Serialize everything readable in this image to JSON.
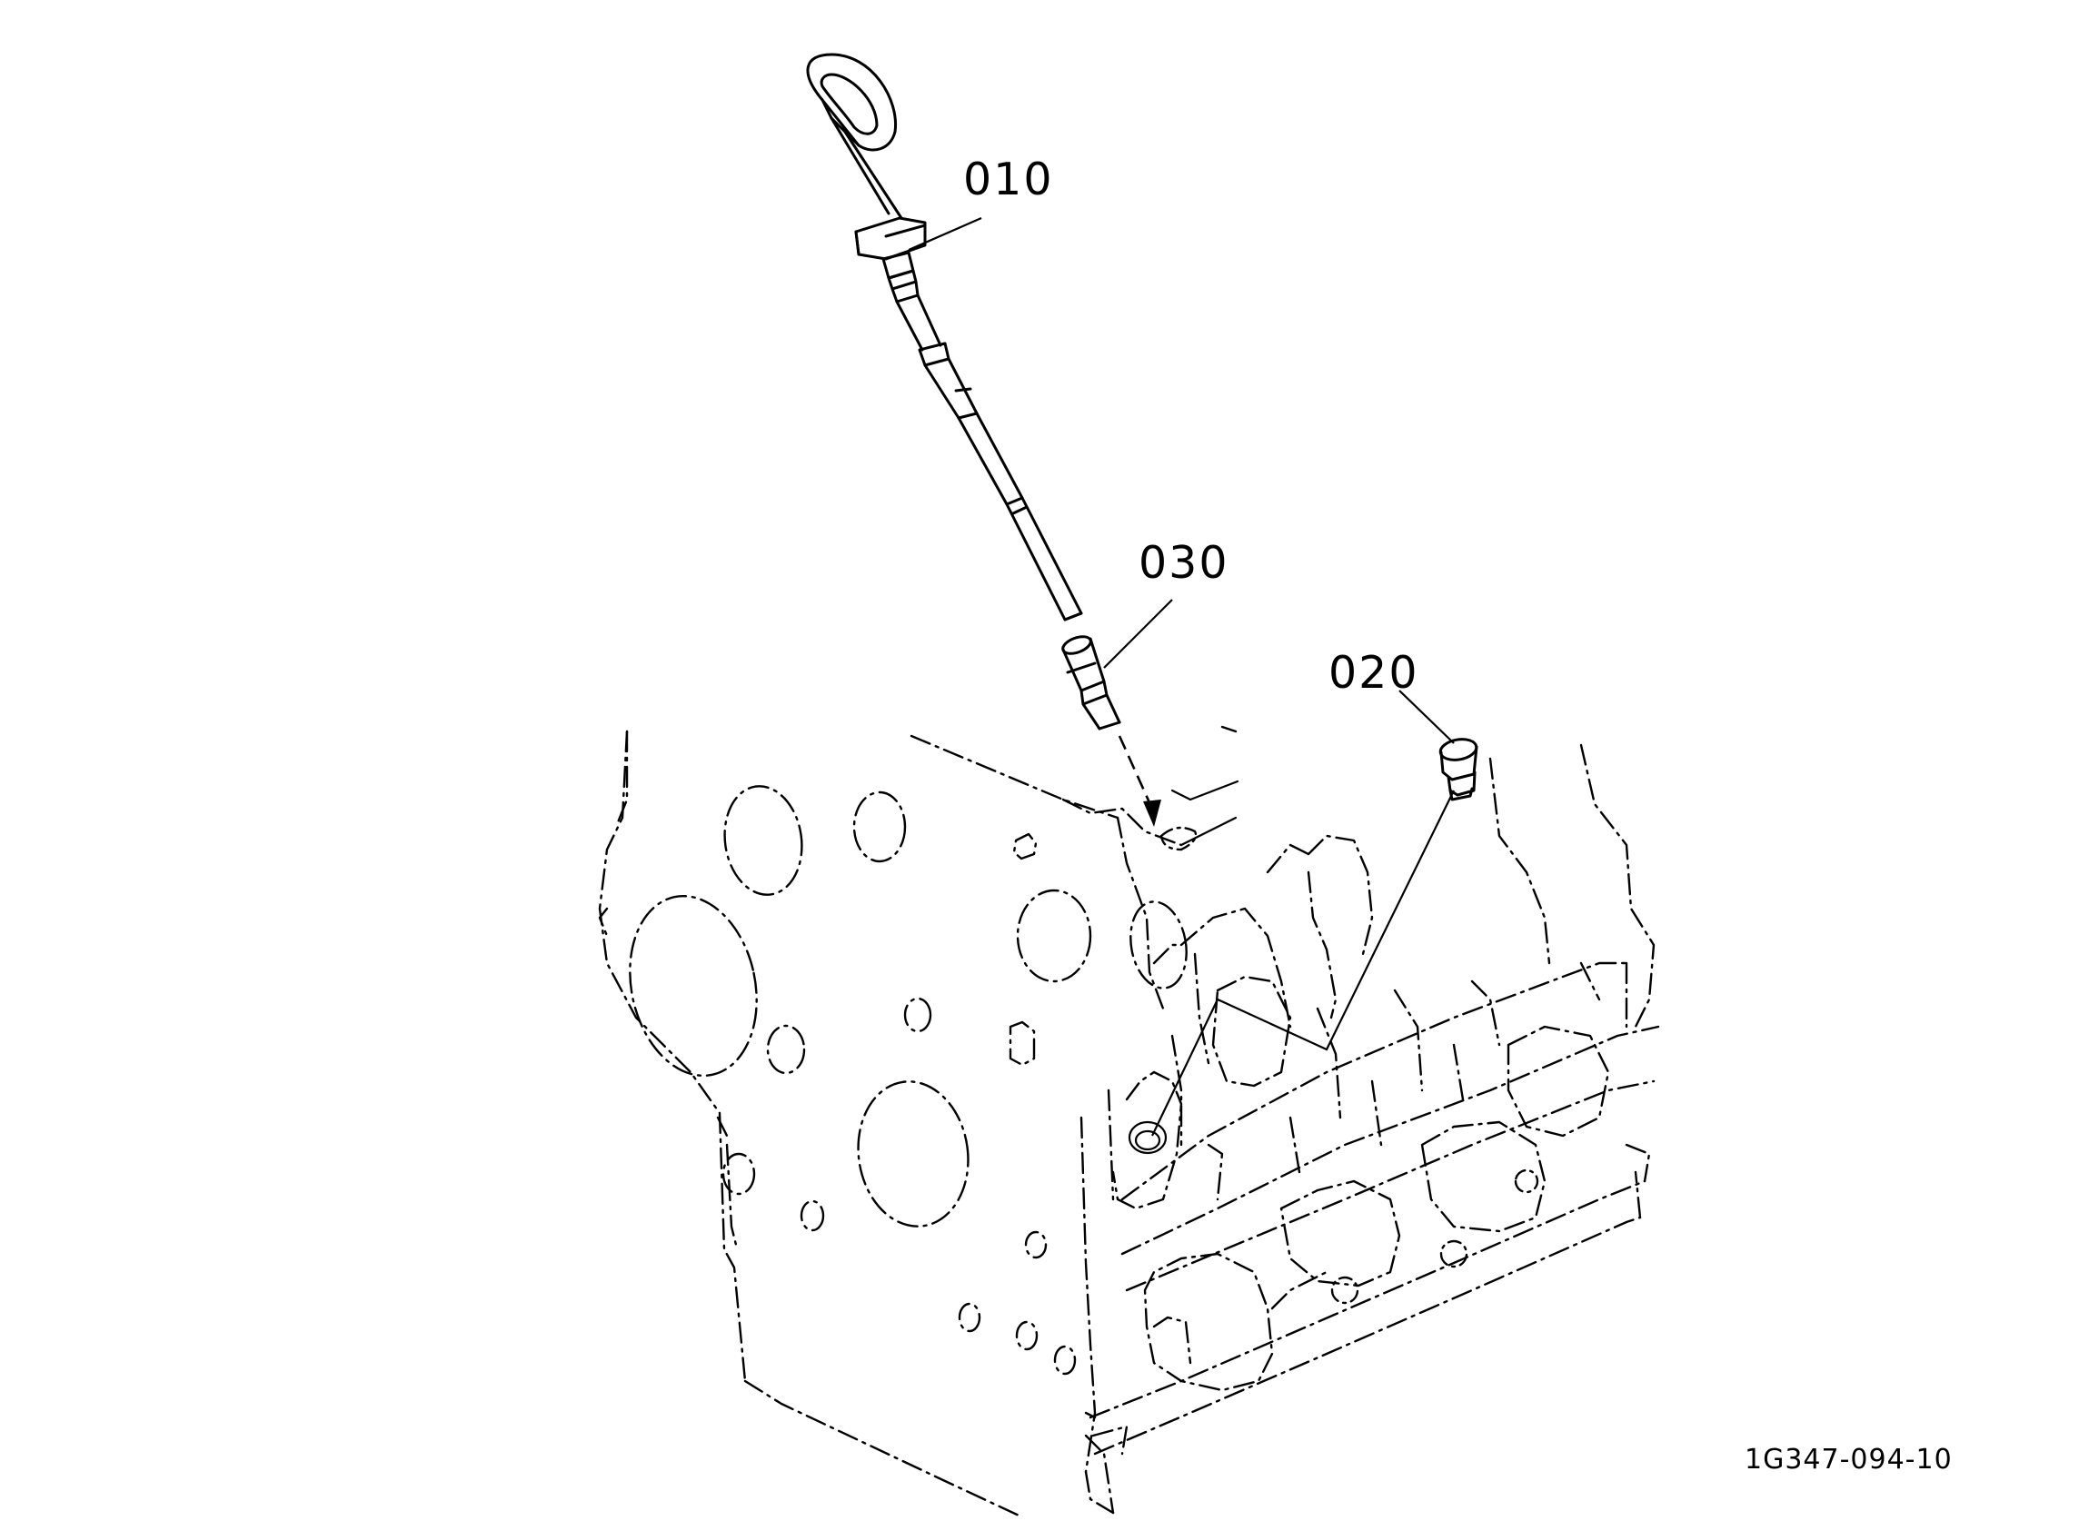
{
  "parts": [
    {
      "number": "010"
    },
    {
      "number": "020"
    },
    {
      "number": "030"
    }
  ],
  "figure_code": "1G347-094-10"
}
